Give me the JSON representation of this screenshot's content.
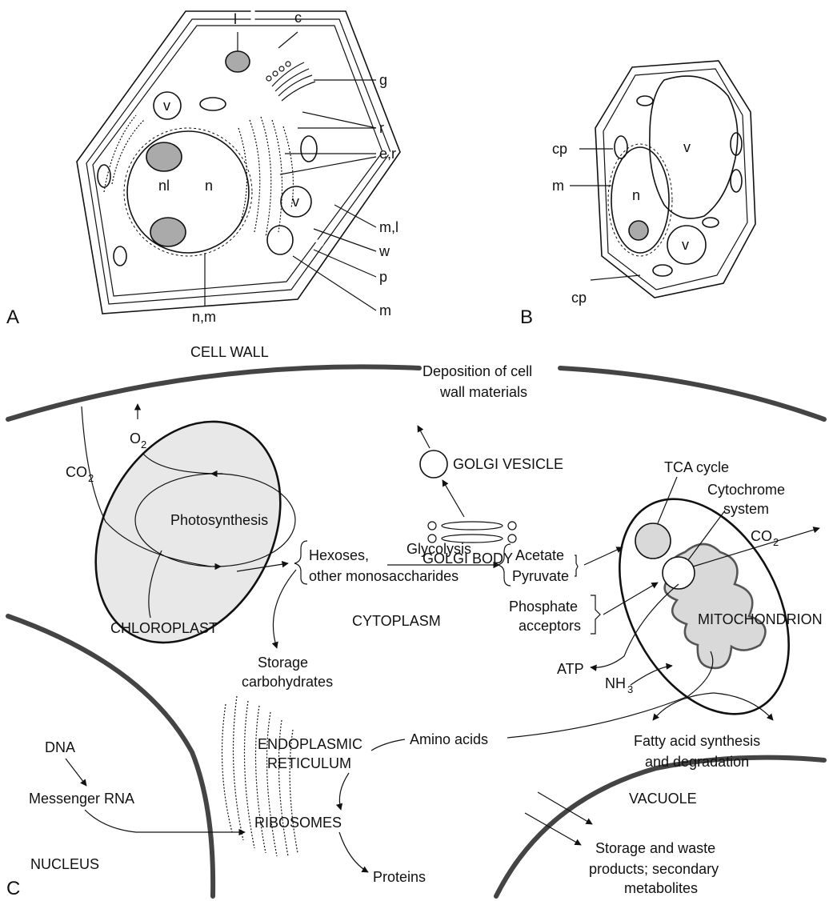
{
  "panels": {
    "a": "A",
    "b": "B",
    "c": "C"
  },
  "panel_a": {
    "labels": {
      "l": "l",
      "c": "c",
      "g": "g",
      "r": "r",
      "er": "e,r",
      "v1": "v",
      "v2": "v",
      "nl": "nl",
      "n": "n",
      "ml": "m,l",
      "w": "w",
      "p": "p",
      "m": "m",
      "nm": "n,m"
    }
  },
  "panel_b": {
    "labels": {
      "cp1": "cp",
      "m": "m",
      "v_large": "v",
      "n": "n",
      "v_small": "v",
      "cp2": "cp"
    }
  },
  "panel_c": {
    "cell_wall": "CELL WALL",
    "deposition_1": "Deposition of cell",
    "deposition_2": "wall materials",
    "golgi_vesicle": "GOLGI VESICLE",
    "golgi_body": "GOLGI BODY",
    "co2": "CO",
    "o2": "O",
    "sub2": "2",
    "photosynthesis": "Photosynthesis",
    "chloroplast": "CHLOROPLAST",
    "hexoses_1": "Hexoses,",
    "hexoses_2": "other monosaccharides",
    "glycolysis": "Glycolysis",
    "acetate": "Acetate",
    "pyruvate": "Pyruvate",
    "phosphate_1": "Phosphate",
    "phosphate_2": "acceptors",
    "tca": "TCA cycle",
    "cytochrome_1": "Cytochrome",
    "cytochrome_2": "system",
    "co2_out": "CO",
    "mitochondrion": "MITOCHONDRION",
    "cytoplasm": "CYTOPLASM",
    "storage_carb_1": "Storage",
    "storage_carb_2": "carbohydrates",
    "atp": "ATP",
    "nh3": "NH",
    "sub3": "3",
    "dna": "DNA",
    "mrna": "Messenger RNA",
    "nucleus": "NUCLEUS",
    "er_1": "ENDOPLASMIC",
    "er_2": "RETICULUM",
    "ribosomes": "RIBOSOMES",
    "amino_acids": "Amino acids",
    "proteins": "Proteins",
    "fatty_1": "Fatty acid synthesis",
    "fatty_2": "and degradation",
    "vacuole": "VACUOLE",
    "storage_1": "Storage and waste",
    "storage_2": "products; secondary",
    "storage_3": "metabolites"
  },
  "colors": {
    "organelle_fill": "#e8e8e8",
    "nucleolus_fill": "#aaaaaa",
    "wall_stroke": "#444444",
    "mito_fill": "#d9d9d9"
  }
}
